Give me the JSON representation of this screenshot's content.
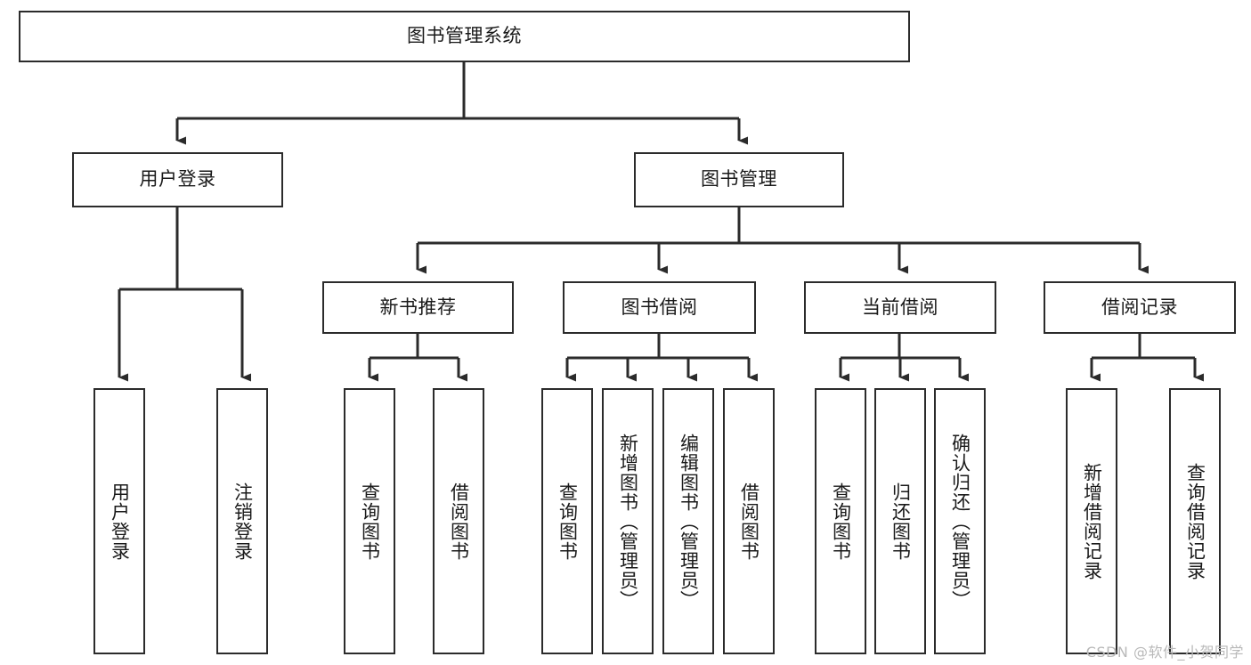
{
  "diagram": {
    "title": "图书管理系统",
    "watermark": "CSDN @软件_小贺同学",
    "stroke_color": "#2b2b2b",
    "background_color": "#ffffff",
    "text_color": "#1a1a1a",
    "watermark_color": "#b9b9b9",
    "type": "tree-hierarchy",
    "levels": [
      {
        "level": 0,
        "nodes": [
          {
            "id": "root",
            "label": "图书管理系统",
            "orientation": "horizontal"
          }
        ]
      },
      {
        "level": 1,
        "nodes": [
          {
            "id": "user-login",
            "label": "用户登录",
            "orientation": "horizontal",
            "parent": "root"
          },
          {
            "id": "book-manage",
            "label": "图书管理",
            "orientation": "horizontal",
            "parent": "root"
          }
        ]
      },
      {
        "level": 2,
        "nodes": [
          {
            "id": "new-book-rec",
            "label": "新书推荐",
            "orientation": "horizontal",
            "parent": "book-manage"
          },
          {
            "id": "book-borrow",
            "label": "图书借阅",
            "orientation": "horizontal",
            "parent": "book-manage"
          },
          {
            "id": "current-borrow",
            "label": "当前借阅",
            "orientation": "horizontal",
            "parent": "book-manage"
          },
          {
            "id": "borrow-record",
            "label": "借阅记录",
            "orientation": "horizontal",
            "parent": "book-manage"
          }
        ]
      },
      {
        "level": 3,
        "nodes": [
          {
            "id": "leaf-user-login",
            "label": "用户登录",
            "orientation": "vertical",
            "parent": "user-login"
          },
          {
            "id": "leaf-logout",
            "label": "注销登录",
            "orientation": "vertical",
            "parent": "user-login"
          },
          {
            "id": "leaf-query-book-1",
            "label": "查询图书",
            "orientation": "vertical",
            "parent": "new-book-rec"
          },
          {
            "id": "leaf-borrow-book-1",
            "label": "借阅图书",
            "orientation": "vertical",
            "parent": "new-book-rec"
          },
          {
            "id": "leaf-query-book-2",
            "label": "查询图书",
            "orientation": "vertical",
            "parent": "book-borrow"
          },
          {
            "id": "leaf-add-book",
            "label": "新增图书（管理员）",
            "orientation": "vertical",
            "parent": "book-borrow"
          },
          {
            "id": "leaf-edit-book",
            "label": "编辑图书（管理员）",
            "orientation": "vertical",
            "parent": "book-borrow"
          },
          {
            "id": "leaf-borrow-book-2",
            "label": "借阅图书",
            "orientation": "vertical",
            "parent": "book-borrow"
          },
          {
            "id": "leaf-query-book-3",
            "label": "查询图书",
            "orientation": "vertical",
            "parent": "current-borrow"
          },
          {
            "id": "leaf-return-book",
            "label": "归还图书",
            "orientation": "vertical",
            "parent": "current-borrow"
          },
          {
            "id": "leaf-confirm-return",
            "label": "确认归还（管理员）",
            "orientation": "vertical",
            "parent": "current-borrow"
          },
          {
            "id": "leaf-add-record",
            "label": "新增借阅记录",
            "orientation": "vertical",
            "parent": "borrow-record"
          },
          {
            "id": "leaf-query-record",
            "label": "查询借阅记录",
            "orientation": "vertical",
            "parent": "borrow-record"
          }
        ]
      }
    ]
  }
}
